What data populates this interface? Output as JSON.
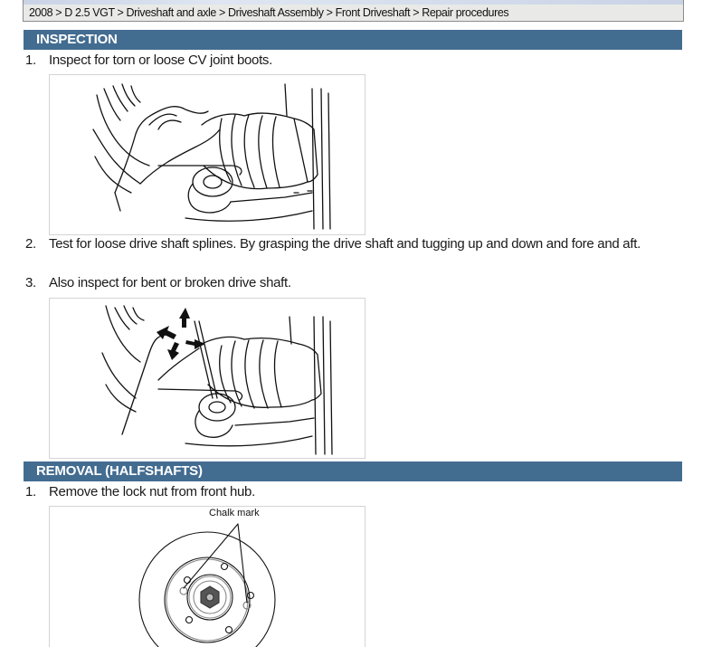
{
  "breadcrumb": {
    "text": "2008 > D 2.5 VGT > Driveshaft and axle > Driveshaft Assembly > Front Driveshaft > Repair procedures",
    "items": [
      "2008",
      "D 2.5 VGT",
      "Driveshaft and axle",
      "Driveshaft Assembly",
      "Front Driveshaft",
      "Repair procedures"
    ]
  },
  "sections": [
    {
      "title": "INSPECTION",
      "steps": [
        {
          "num": "1.",
          "text": "Inspect for torn or loose CV joint boots."
        },
        {
          "num": "2.",
          "text": "Test for loose drive shaft splines. By grasping the drive shaft and tugging up and down and fore and aft."
        },
        {
          "num": "3.",
          "text": "Also inspect for bent or broken drive shaft."
        }
      ],
      "figures": [
        {
          "name": "cv-joint-boot-inspection-illustration"
        },
        {
          "name": "drive-shaft-spline-test-illustration"
        }
      ]
    },
    {
      "title": "REMOVAL (HALFSHAFTS)",
      "steps": [
        {
          "num": "1.",
          "text": "Remove the lock nut from front hub."
        }
      ],
      "figures": [
        {
          "name": "front-hub-lock-nut-illustration",
          "label": "Chalk mark"
        }
      ]
    }
  ],
  "colors": {
    "section_header_bg": "#436c91",
    "breadcrumb_bg": "#e9eae8"
  }
}
